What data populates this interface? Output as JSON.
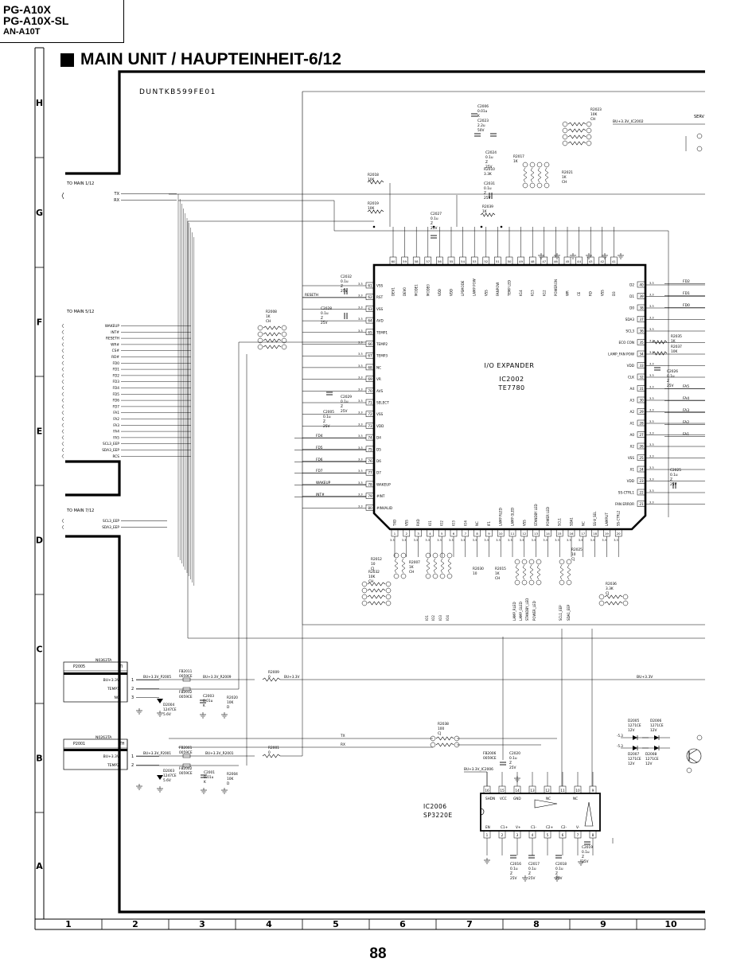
{
  "header": {
    "model_lines": [
      "PG-A10X",
      "PG-A10X-SL",
      "AN-A10T"
    ],
    "title": "MAIN UNIT / HAUPTEINHEIT-6/12",
    "page_number": "88"
  },
  "grid": {
    "rows": [
      "H",
      "G",
      "F",
      "E",
      "D",
      "C",
      "B",
      "A"
    ],
    "cols": [
      "1",
      "2",
      "3",
      "4",
      "5",
      "6",
      "7",
      "8",
      "9",
      "10"
    ]
  },
  "schematic": {
    "pcb_code": "DUNTKB599FE01",
    "ic2002": {
      "name": "I/O EXPANDER",
      "ref": "IC2002",
      "part": "TE7780"
    },
    "ic2006": {
      "ref": "IC2006",
      "part": "SP3220E"
    },
    "connectors": {
      "main1": "TO MAIN 1/12",
      "main5": "TO MAIN 5/12",
      "main7": "TO MAIN 7/12",
      "p2005_part": "N0363TA",
      "p2005_ref": "P2005",
      "p2005_tag": "TI",
      "p2001_part": "N0263TA",
      "p2001_ref": "P2001",
      "p2001_tag": "TH",
      "serv": "SERV"
    },
    "main1_signals": [
      "TX",
      "RX"
    ],
    "main5_signals": [
      "WAKEUP",
      "INT#",
      "RESETH",
      "WR#",
      "CS#",
      "RD#",
      "FD0",
      "FD1",
      "FD2",
      "FD3",
      "FD4",
      "FD5",
      "FD6",
      "FD7",
      "FA1",
      "FA2",
      "FA3",
      "FA4",
      "FA5",
      "SCL3_EEP",
      "SDA3_EEP",
      "RCS"
    ],
    "main7_signals": [
      "SCL3_EEP",
      "SDA3_EEP"
    ],
    "p2005_pins": [
      {
        "name": "BU+3.3V",
        "num": "1"
      },
      {
        "name": "TEMP1",
        "num": "2"
      },
      {
        "name": "NC",
        "num": "3"
      }
    ],
    "p2001_pins": [
      {
        "name": "BU+3.3V",
        "num": "1"
      },
      {
        "name": "TEMP2",
        "num": "2"
      }
    ],
    "left_pins": [
      {
        "num": "61",
        "name": "VSS"
      },
      {
        "num": "62",
        "name": "RST"
      },
      {
        "num": "63",
        "name": "VSS"
      },
      {
        "num": "64",
        "name": "AVD"
      },
      {
        "num": "65",
        "name": "TEMP1"
      },
      {
        "num": "66",
        "name": "TEMP2"
      },
      {
        "num": "67",
        "name": "TEMP3"
      },
      {
        "num": "68",
        "name": "NC"
      },
      {
        "num": "69",
        "name": "VR"
      },
      {
        "num": "70",
        "name": "AVS"
      },
      {
        "num": "71",
        "name": "SELECT"
      },
      {
        "num": "72",
        "name": "VSS"
      },
      {
        "num": "73",
        "name": "VDD"
      },
      {
        "num": "74",
        "name": "D4"
      },
      {
        "num": "75",
        "name": "D5"
      },
      {
        "num": "76",
        "name": "D6"
      },
      {
        "num": "77",
        "name": "D7"
      },
      {
        "num": "78",
        "name": "WAKEUP"
      },
      {
        "num": "79",
        "name": "#INT"
      },
      {
        "num": "80",
        "name": "#INVALID"
      }
    ],
    "right_pins": [
      {
        "num": "40",
        "name": "D2"
      },
      {
        "num": "39",
        "name": "D1"
      },
      {
        "num": "38",
        "name": "D0"
      },
      {
        "num": "37",
        "name": "SDA3"
      },
      {
        "num": "36",
        "name": "SCL3"
      },
      {
        "num": "35",
        "name": "ECO CON"
      },
      {
        "num": "34",
        "name": "LAMP_FAN POW"
      },
      {
        "num": "33",
        "name": "VDD"
      },
      {
        "num": "32",
        "name": "CLK"
      },
      {
        "num": "31",
        "name": "A4"
      },
      {
        "num": "30",
        "name": "A3"
      },
      {
        "num": "29",
        "name": "A2"
      },
      {
        "num": "28",
        "name": "A1"
      },
      {
        "num": "27",
        "name": "A0"
      },
      {
        "num": "26",
        "name": "X2"
      },
      {
        "num": "25",
        "name": "VSS"
      },
      {
        "num": "24",
        "name": "X1"
      },
      {
        "num": "23",
        "name": "VDD"
      },
      {
        "num": "22",
        "name": "SS-CTRL1"
      },
      {
        "num": "21",
        "name": "FAN ERROR"
      }
    ],
    "top_pins": [
      {
        "num": "60",
        "name": "DEV1"
      },
      {
        "num": "59",
        "name": "DEV0"
      },
      {
        "num": "58",
        "name": "MODE1"
      },
      {
        "num": "57",
        "name": "MODE0"
      },
      {
        "num": "56",
        "name": "VDD"
      },
      {
        "num": "55",
        "name": "VDD"
      },
      {
        "num": "54",
        "name": "LPSMODE"
      },
      {
        "num": "53",
        "name": "LAMP POW"
      },
      {
        "num": "52",
        "name": "VSS"
      },
      {
        "num": "51",
        "name": "FANPOW"
      },
      {
        "num": "50",
        "name": "TEMP LED"
      },
      {
        "num": "49",
        "name": "K14"
      },
      {
        "num": "48",
        "name": "K13"
      },
      {
        "num": "47",
        "name": "K12"
      },
      {
        "num": "46",
        "name": "POWERON"
      },
      {
        "num": "45",
        "name": "WR"
      },
      {
        "num": "44",
        "name": "CE"
      },
      {
        "num": "43",
        "name": "RD"
      },
      {
        "num": "42",
        "name": "VSS"
      },
      {
        "num": "41",
        "name": "D3"
      }
    ],
    "bottom_pins": [
      {
        "num": "1",
        "name": "TXD"
      },
      {
        "num": "2",
        "name": "VSS"
      },
      {
        "num": "3",
        "name": "RXD"
      },
      {
        "num": "4",
        "name": "IO1"
      },
      {
        "num": "5",
        "name": "IO2"
      },
      {
        "num": "6",
        "name": "IO3"
      },
      {
        "num": "7",
        "name": "IO4"
      },
      {
        "num": "8",
        "name": "NC"
      },
      {
        "num": "9",
        "name": "IF1"
      },
      {
        "num": "10",
        "name": "LAMP RLED"
      },
      {
        "num": "11",
        "name": "LAMP GLED"
      },
      {
        "num": "12",
        "name": "VSS"
      },
      {
        "num": "13",
        "name": "STANDBY LED"
      },
      {
        "num": "14",
        "name": "POWER LED"
      },
      {
        "num": "15",
        "name": "SCL1"
      },
      {
        "num": "16",
        "name": "SDA1"
      },
      {
        "num": "17",
        "name": "NC"
      },
      {
        "num": "18",
        "name": "SS-V_SEL"
      },
      {
        "num": "19",
        "name": "LAMPLIT"
      },
      {
        "num": "20",
        "name": "SS-CTRL2"
      }
    ],
    "right_nets": [
      "FD2",
      "FD1",
      "FD0",
      "FA5",
      "FA4",
      "FA3",
      "FA2",
      "FA1",
      "BU+3.3V",
      "BU+3.3V_IC2002"
    ],
    "left_nets": [
      "RESETH",
      "FD4",
      "FD5",
      "FD6",
      "FD7",
      "WAKEUP",
      "INT#",
      "TX",
      "RX",
      "BU+3.3V_P2005",
      "BU+3.3V_R2009",
      "BU+3.3V_P2001",
      "BU+3.3V_R2001",
      "BU+3.3V",
      "BU+3.3V_IC2006"
    ],
    "bottom_signals": [
      "IO1",
      "IO2",
      "IO3",
      "IO4",
      "LAMP_RLED",
      "LAMP_GLED",
      "STANDBY_LED",
      "POWER_LED",
      "SCL1_EEP",
      "SDA1_EEP"
    ],
    "components": [
      {
        "ref": "C2006",
        "val": "0.01u K"
      },
      {
        "ref": "C2023",
        "val": "2.2u 50V"
      },
      {
        "ref": "C2024",
        "val": "0.1u Z 25V"
      },
      {
        "ref": "R2023",
        "val": "10K CH"
      },
      {
        "ref": "R2017",
        "val": "1K"
      },
      {
        "ref": "R2021",
        "val": "1K CH"
      },
      {
        "ref": "R2010",
        "val": "3.3K"
      },
      {
        "ref": "C2031",
        "val": "0.1u Z 25V"
      },
      {
        "ref": "R2018",
        "val": "10K"
      },
      {
        "ref": "R2019",
        "val": "10K"
      },
      {
        "ref": "R2039",
        "val": "1K"
      },
      {
        "ref": "C2027",
        "val": "0.1u Z 25V"
      },
      {
        "ref": "C2032",
        "val": "0.1u Z 25V"
      },
      {
        "ref": "C2028",
        "val": "0.1u Z 25V"
      },
      {
        "ref": "R2008",
        "val": "1K CH"
      },
      {
        "ref": "C2029",
        "val": "0.1u Z 25V"
      },
      {
        "ref": "C2005",
        "val": "0.1u Z 25V"
      },
      {
        "ref": "R2035",
        "val": "1K"
      },
      {
        "ref": "R2037",
        "val": "10K"
      },
      {
        "ref": "C2026",
        "val": "0.1u Z 25V"
      },
      {
        "ref": "C2025",
        "val": "0.1u Z 25V"
      },
      {
        "ref": "R2012",
        "val": "10 CJ"
      },
      {
        "ref": "R2032",
        "val": "10K CH"
      },
      {
        "ref": "R2007",
        "val": "1K CH"
      },
      {
        "ref": "R2030",
        "val": "10"
      },
      {
        "ref": "R2015",
        "val": "1K CH"
      },
      {
        "ref": "R2025",
        "val": "10 CJ"
      },
      {
        "ref": "R2036",
        "val": "3.3K CJ"
      },
      {
        "ref": "FB2011",
        "val": "0059CE"
      },
      {
        "ref": "FB2012",
        "val": "0059CE"
      },
      {
        "ref": "C2003",
        "val": "0.01u K"
      },
      {
        "ref": "R2020",
        "val": "10K D"
      },
      {
        "ref": "D2004",
        "val": "1247CE 5.6V"
      },
      {
        "ref": "R2009",
        "val": "0"
      },
      {
        "ref": "FB2001",
        "val": "0059CE"
      },
      {
        "ref": "FB2002",
        "val": "0059CE"
      },
      {
        "ref": "C2001",
        "val": "0.01u K"
      },
      {
        "ref": "R2004",
        "val": "10K D"
      },
      {
        "ref": "D2003",
        "val": "1247CE 5.6V"
      },
      {
        "ref": "R2001",
        "val": "0"
      },
      {
        "ref": "R2038",
        "val": "100 CJ"
      },
      {
        "ref": "FB2006",
        "val": "0059CE"
      },
      {
        "ref": "C2020",
        "val": "0.1u Z 25V"
      },
      {
        "ref": "D2005",
        "val": "1271CE 12V"
      },
      {
        "ref": "D2006",
        "val": "1271CE 12V"
      },
      {
        "ref": "D2007",
        "val": "1271CE 12V"
      },
      {
        "ref": "D2008",
        "val": "1271CE 12V"
      },
      {
        "ref": "C2016",
        "val": "0.1u Z 25V"
      },
      {
        "ref": "C2017",
        "val": "0.1u Z 25V"
      },
      {
        "ref": "C2018",
        "val": "0.1u Z 25V"
      },
      {
        "ref": "C2019",
        "val": "0.1u Z 25V"
      }
    ],
    "ic2006_pins_top": [
      "16",
      "15",
      "14",
      "13",
      "12",
      "11",
      "10",
      "9"
    ],
    "ic2006_labels_top": [
      "SHDN",
      "VCC",
      "GND",
      "NC",
      "NC"
    ],
    "ic2006_pins_bottom": [
      "1",
      "2",
      "3",
      "4",
      "5",
      "6",
      "7",
      "8"
    ],
    "ic2006_labels_bottom": [
      "EN",
      "C1+",
      "V+",
      "C1-",
      "C2+",
      "C2-",
      "V-"
    ]
  }
}
